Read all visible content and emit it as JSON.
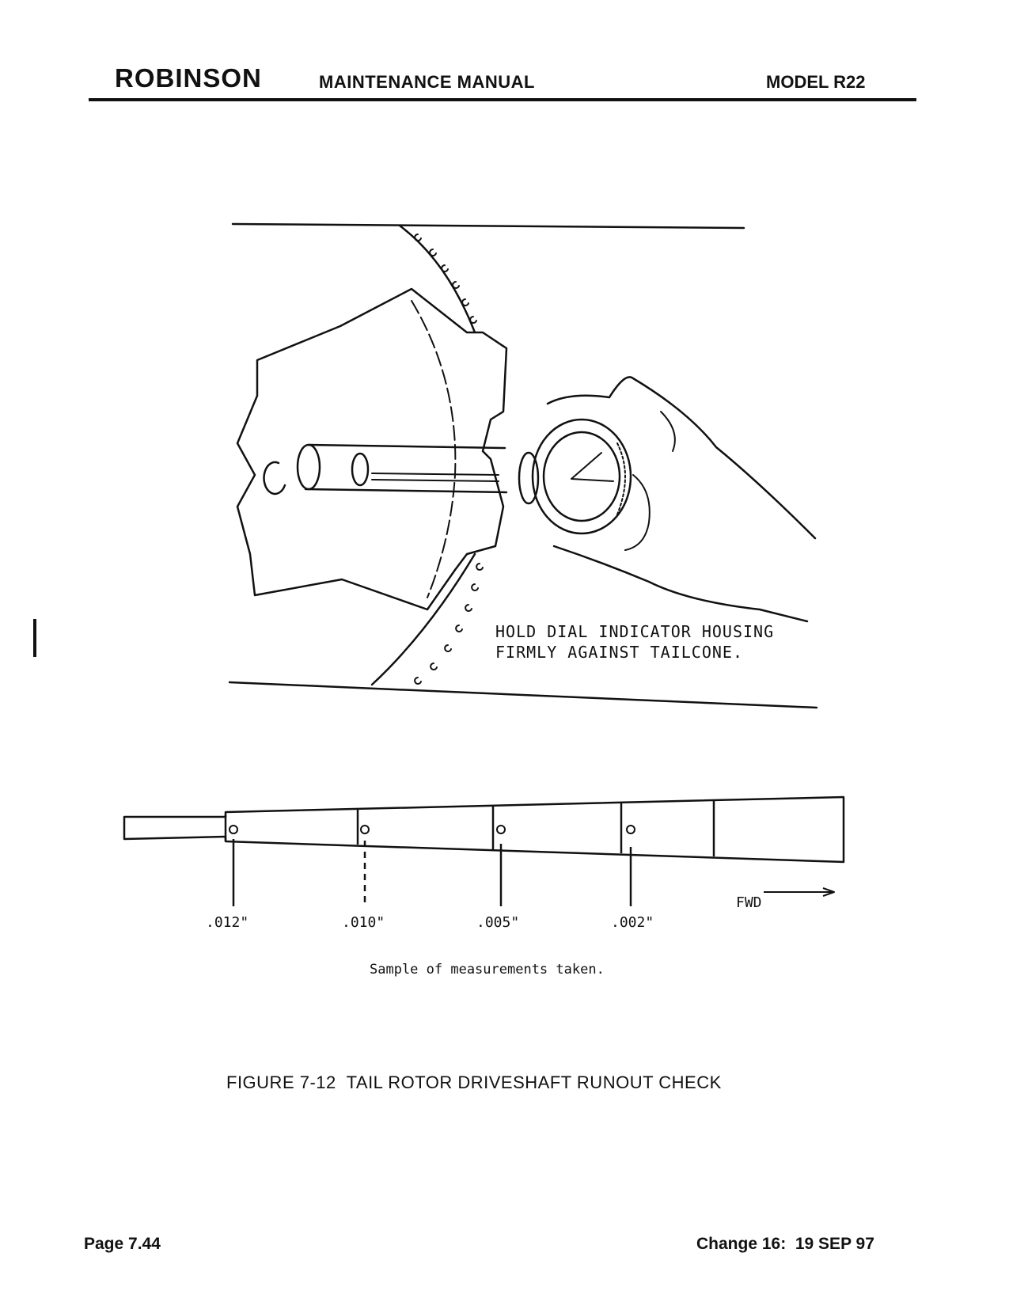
{
  "header": {
    "brand": "ROBINSON",
    "title": "MAINTENANCE MANUAL",
    "model": "MODEL R22"
  },
  "illustration": {
    "note_line1": "HOLD DIAL INDICATOR HOUSING",
    "note_line2": "FIRMLY AGAINST TAILCONE."
  },
  "diagram": {
    "measurements": [
      ".012\"",
      ".010\"",
      ".005\"",
      ".002\""
    ],
    "direction_label": "FWD",
    "sample_caption": "Sample of measurements taken."
  },
  "figure": {
    "caption": "FIGURE 7-12  TAIL ROTOR DRIVESHAFT RUNOUT CHECK"
  },
  "footer": {
    "page": "Page 7.44",
    "change": "Change 16:  19 SEP 97"
  }
}
